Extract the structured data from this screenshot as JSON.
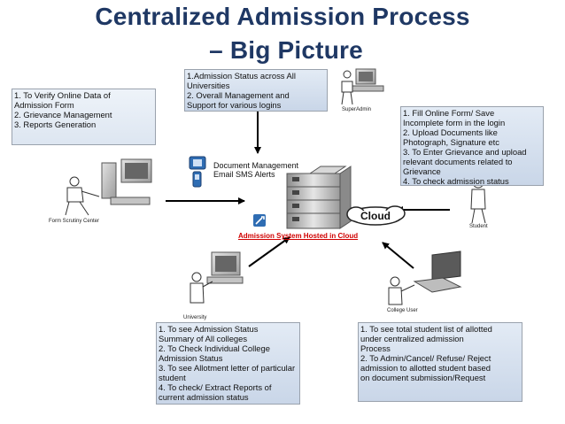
{
  "title": {
    "line1": "Centralized Admission Process",
    "line2": "– Big Picture"
  },
  "boxes": {
    "superadmin": [
      "1.Admission Status across All",
      "Universities",
      "2. Overall Management and",
      "Support for various logins"
    ],
    "scrutiny": [
      "1. To Verify Online Data of",
      "Admission Form",
      "2. Grievance Management",
      "3. Reports Generation"
    ],
    "student": [
      "1. Fill Online Form/ Save",
      "Incomplete form in the login",
      "2. Upload Documents like",
      "Photograph, Signature etc",
      "3. To Enter Grievance and upload",
      "relevant documents related to",
      "Grievance",
      "4. To check admission status"
    ],
    "university": [
      "1. To see Admission Status",
      "Summary of All colleges",
      "2. To Check Individual College",
      "Admission Status",
      "3. To see Allotment letter of particular",
      "student",
      "4. To check/ Extract Reports of",
      "current admission status"
    ],
    "college": [
      "1. To see total student list of allotted",
      "under centralized admission",
      "Process",
      "2. To Admin/Cancel/ Refuse/ Reject",
      "admission to allotted student based",
      "on document submission/Request"
    ]
  },
  "captions": {
    "superadmin": "SuperAdmin",
    "scrutiny": "Form Scrutiny Center",
    "student": "Student",
    "university": "University",
    "college": "College User"
  },
  "services": {
    "document_management": "Document Management",
    "email_sms": "Email SMS Alerts"
  },
  "cloud": {
    "label": "Cloud",
    "hosted": "Admission System Hosted in Cloud"
  },
  "colors": {
    "title": "#1f3864",
    "box_fill_top": "#e3ebf5",
    "box_fill_bottom": "#c9d6e8",
    "box_border": "#9aa2ad",
    "hosted_text": "#d00000",
    "arrow": "#000000"
  }
}
